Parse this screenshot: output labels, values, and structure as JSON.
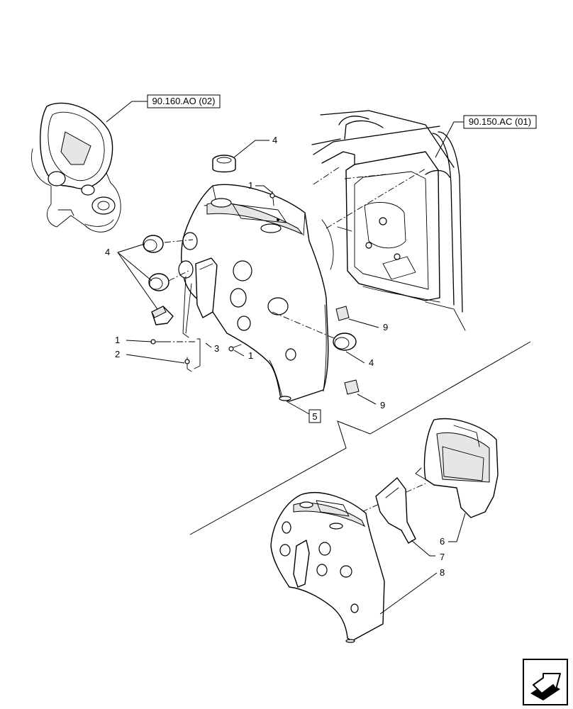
{
  "references": {
    "ref_left": "90.160.AO (02)",
    "ref_right": "90.150.AC (01)"
  },
  "callouts": {
    "c1_top": "1",
    "c1_left": "1",
    "c1_mid": "1",
    "c2": "2",
    "c3": "3",
    "c4_top": "4",
    "c4_left": "4",
    "c4_right": "4",
    "c5_box": "5",
    "c6": "6",
    "c7": "7",
    "c8": "8",
    "c9_upper": "9",
    "c9_lower": "9"
  },
  "icons": {
    "corner_icon": "next-page-arrow-icon"
  }
}
